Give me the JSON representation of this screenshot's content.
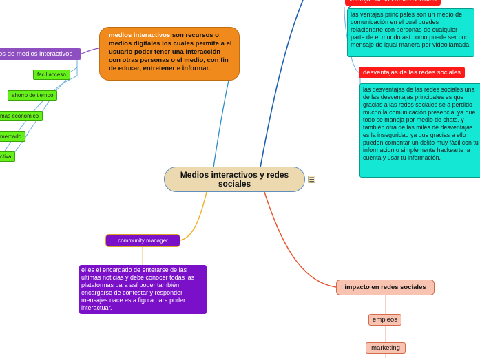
{
  "central": {
    "title": "Medios interactivos y redes sociales"
  },
  "definition": {
    "highlight": "medios interactivos",
    "text": " son recursos o medios digitales los cuales permite a el usuario poder tener una interacción con otras personas o el medio, con fin de educar, entretener e informar."
  },
  "advantages_medios": {
    "label": "os de medios interactivos",
    "items": [
      "facil acceso",
      "ahorro de tiempo",
      "mas economico",
      "mercado",
      "ctiva"
    ]
  },
  "ventajas_redes": {
    "label": "ventajas de las redes sociales",
    "text": "las ventajas principales son un medio de comunicación en el cual puedes relacionarte con personas de cualquier parte de el mundo así como puede ser por mensaje de igual manera por videollamada."
  },
  "desventajas_redes": {
    "label": "desventajas de las redes sociales",
    "text": "las desventajas de las redes sociales una de las desventajas principales es que gracias a las redes sociales se a perdido mucho la comunicación presencial ya que todo se maneja por medio de chats. y también otra de las miles de desventajas es la inseguridad ya que gracias a ello pueden comentar un delito muy fácil con tu informacion o simplemente hackearte la cuenta y usar tu información."
  },
  "community_manager": {
    "label": "community manager",
    "text": "el es el encargado de enterarse de las ultimas noticias y debe conocer todas las plataformas para así poder también encargarse de contestar y responder mensajes nace esta figura para poder interactuar."
  },
  "impacto": {
    "label": "impacto en redes sociales",
    "items": [
      "empleos",
      "marketing"
    ]
  },
  "menu_glyph": "☰",
  "colors": {
    "central": "#ecd9b0",
    "orange": "#f08a1c",
    "purple": "#8e4fc0",
    "green": "#66f01a",
    "teal": "#14e8d4",
    "red": "#ff1a1a",
    "violet": "#7a10c8",
    "salmon": "#f8c3b1"
  }
}
